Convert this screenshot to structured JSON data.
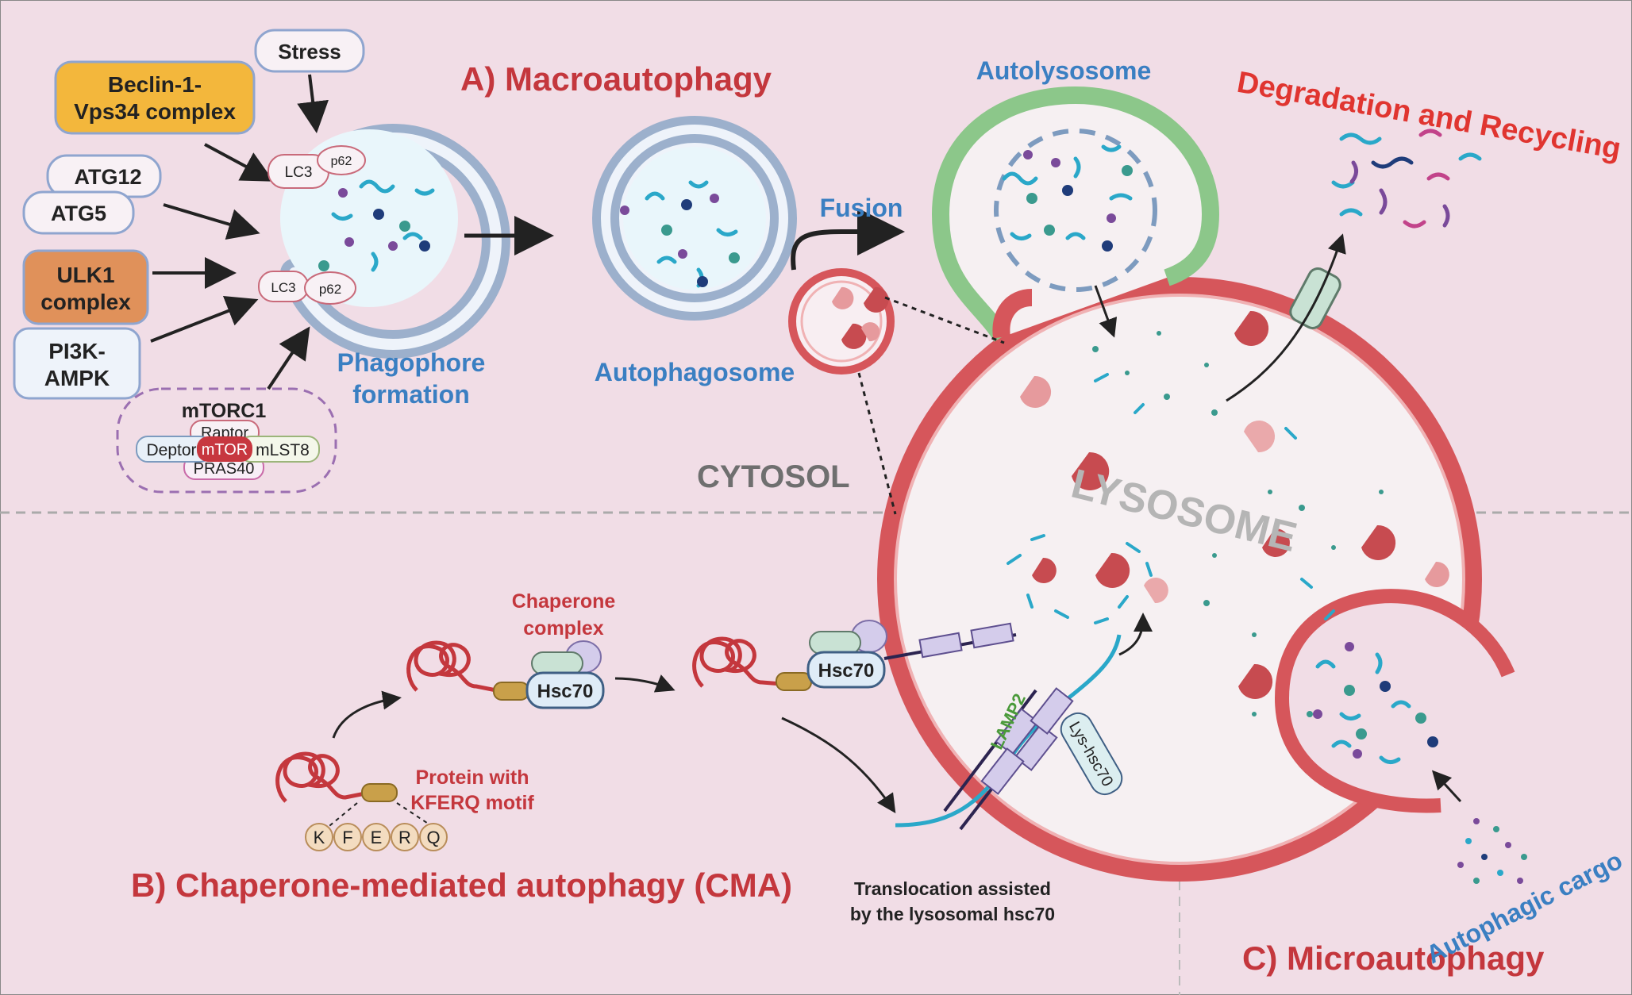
{
  "sections": {
    "macro_title": "A) Macroautophagy",
    "cma_title": "B) Chaperone-mediated autophagy (CMA)",
    "micro_title": "C) Microautophagy"
  },
  "regions": {
    "cytosol": "CYTOSOL",
    "lysosome": "LYSOSOME"
  },
  "inputs": {
    "stress": "Stress",
    "beclin_line1": "Beclin-1-",
    "beclin_line2": "Vps34 complex",
    "atg12": "ATG12",
    "atg5": "ATG5",
    "ulk1_line1": "ULK1",
    "ulk1_line2": "complex",
    "pi3k_line1": "PI3K-",
    "pi3k_line2": "AMPK"
  },
  "mtorc1": {
    "title": "mTORC1",
    "raptor": "Raptor",
    "deptor": "Deptor",
    "mtor": "mTOR",
    "mlst8": "mLST8",
    "pras40": "PRAS40"
  },
  "phagophore": {
    "lc3": "LC3",
    "p62": "p62",
    "label_line1": "Phagophore",
    "label_line2": "formation"
  },
  "autophagosome": {
    "label": "Autophagosome"
  },
  "fusion": {
    "label": "Fusion"
  },
  "autolysosome": {
    "label": "Autolysosome"
  },
  "degradation": {
    "label": "Degradation and Recycling"
  },
  "cma": {
    "chaperone_line1": "Chaperone",
    "chaperone_line2": "complex",
    "hsc70": "Hsc70",
    "protein_line1": "Protein with",
    "protein_line2": "KFERQ motif",
    "motif": [
      "K",
      "F",
      "E",
      "R",
      "Q"
    ],
    "lamp2": "LAMP2",
    "lys_hsc70": "Lys-hsc70",
    "translocation_line1": "Translocation assisted",
    "translocation_line2": "by the lysosomal hsc70"
  },
  "micro": {
    "cargo": "Autophagic cargo"
  },
  "colors": {
    "background": "#f1dde6",
    "lysosome_red": "#d6565b",
    "title_red": "#c4373d",
    "label_blue": "#3a7fc2",
    "autolysosome_green": "#8cc78a",
    "beclin_orange": "#f3b73c",
    "ulk1_orange": "#e0915a"
  }
}
